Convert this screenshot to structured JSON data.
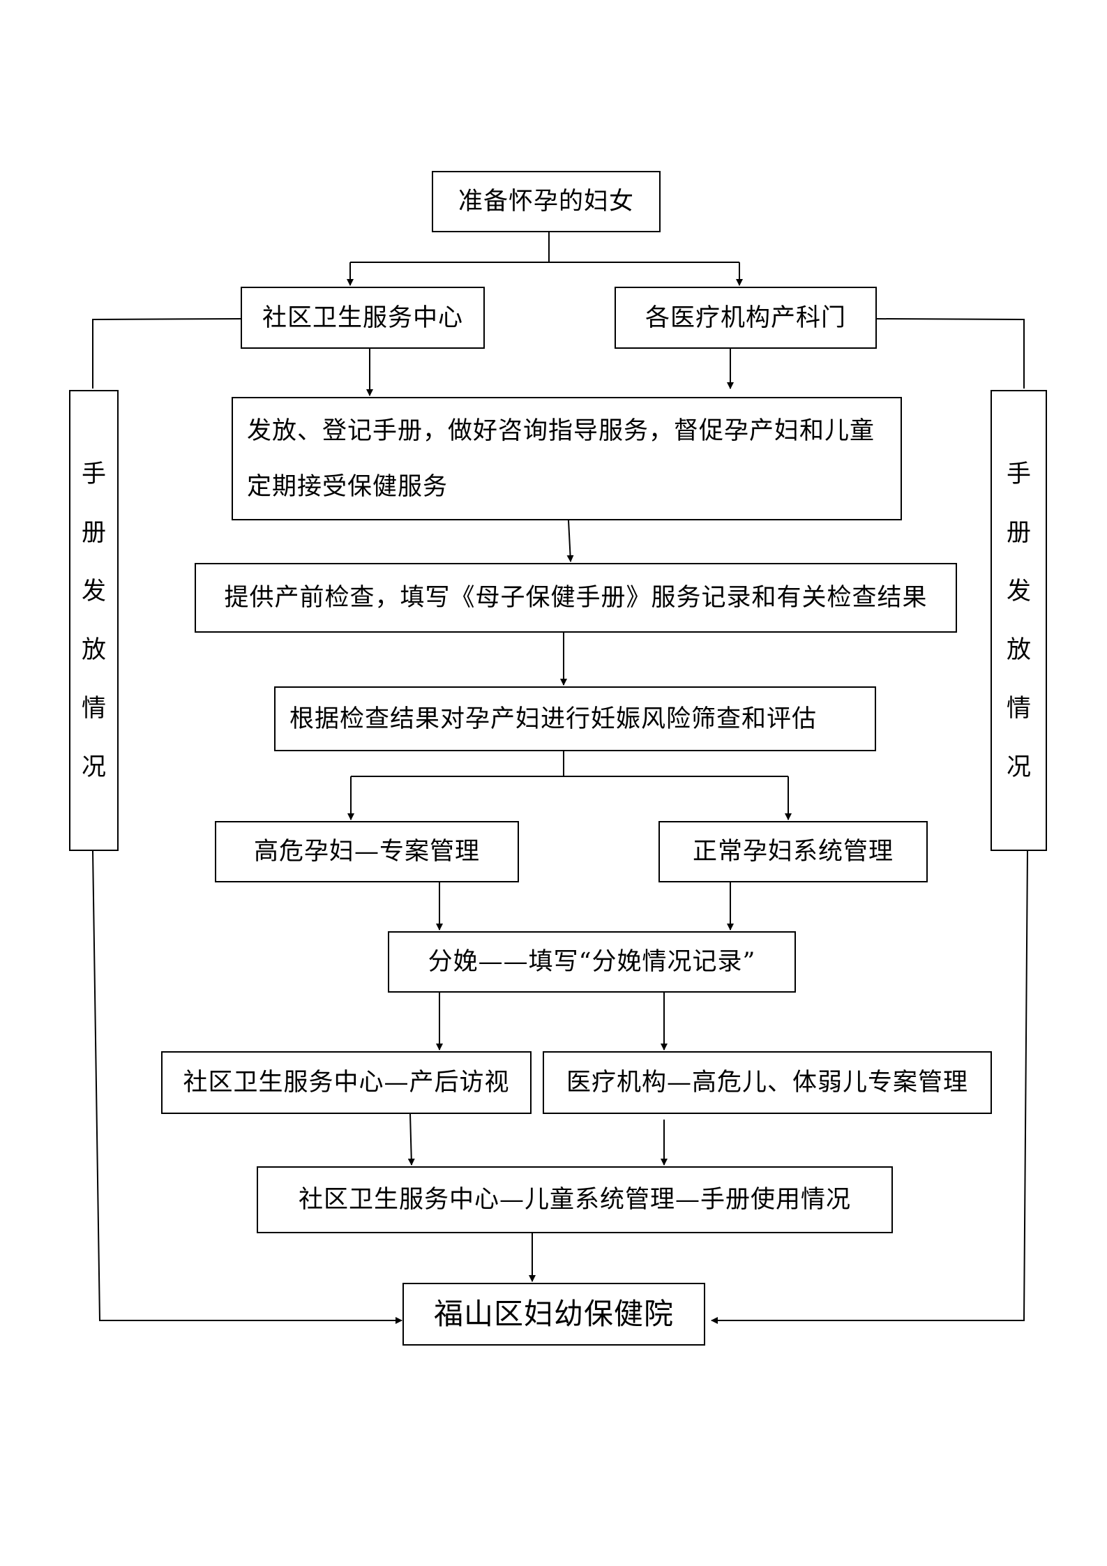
{
  "nodes": {
    "start": "准备怀孕的妇女",
    "community_center": "社区卫生服务中心",
    "medical_dept": "各医疗机构产科门",
    "handbook_issue": [
      "发放、登记手册，做好咨询指导服务，督促孕产妇和儿童",
      "定期接受保健服务"
    ],
    "prenatal_check": "提供产前检查，填写《母子保健手册》服务记录和有关检查结果",
    "risk_screening": "根据检查结果对孕产妇进行妊娠风险筛查和评估",
    "high_risk": "高危孕妇—专案管理",
    "normal": "正常孕妇系统管理",
    "delivery": "分娩——填写“分娩情况记录”",
    "postpartum_visit": "社区卫生服务中心—产后访视",
    "high_risk_child": "医疗机构—高危儿、体弱儿专案管理",
    "child_management": "社区卫生服务中心—儿童系统管理—手册使用情况",
    "final": "福山区妇幼保健院"
  },
  "side_left": [
    "手",
    "册",
    "发",
    "放",
    "情",
    "况"
  ],
  "side_right": [
    "手",
    "册",
    "发",
    "放",
    "情",
    "况"
  ]
}
